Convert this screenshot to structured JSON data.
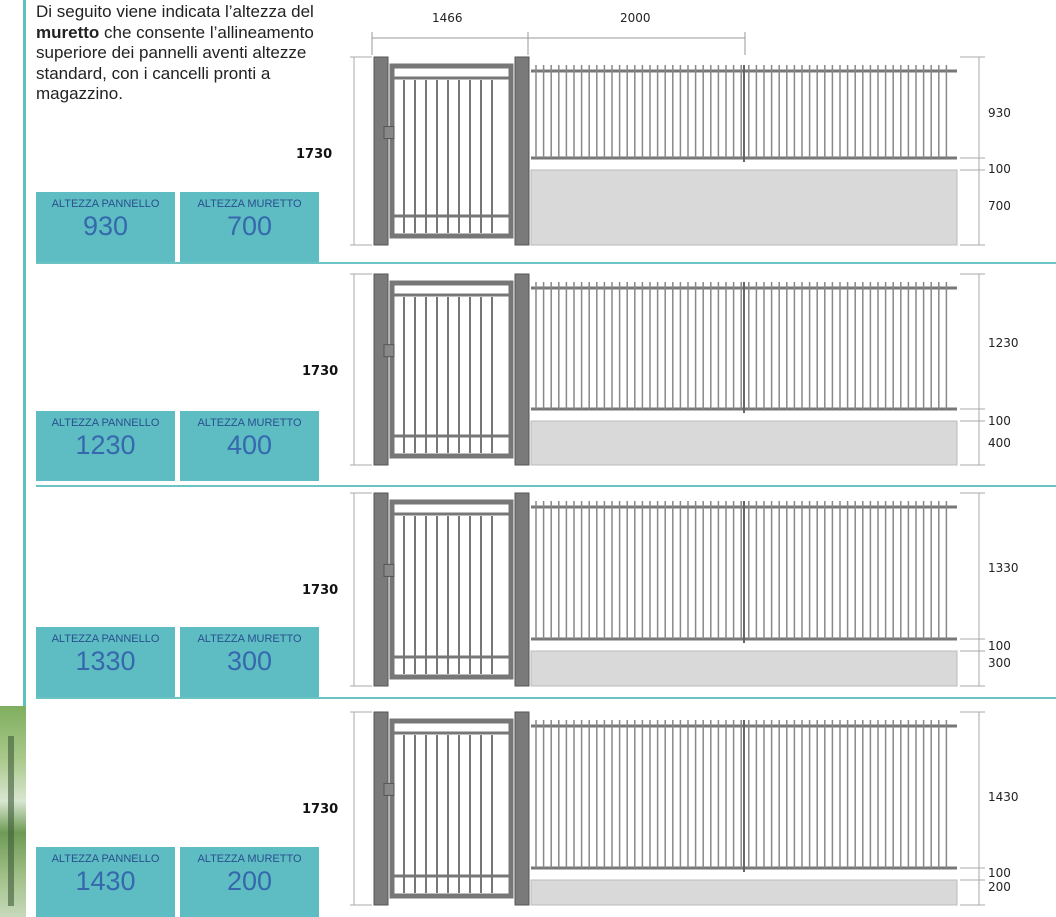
{
  "intro": {
    "text_before": "Di seguito viene indicata l’altezza del ",
    "bold": "muretto",
    "text_after": " che consente l’allineamento superiore dei pannelli aventi altezze standard, con i cancelli pronti a magazzino."
  },
  "top_dims": {
    "gate_width": "1466",
    "panel_width": "2000"
  },
  "labels": {
    "panel": "ALTEZZA PANNELLO",
    "wall": "ALTEZZA MURETTO"
  },
  "rows": [
    {
      "total": "1730",
      "panel": "930",
      "gap": "100",
      "wall": "700"
    },
    {
      "total": "1730",
      "panel": "1230",
      "gap": "100",
      "wall": "400"
    },
    {
      "total": "1730",
      "panel": "1330",
      "gap": "100",
      "wall": "300"
    },
    {
      "total": "1730",
      "panel": "1430",
      "gap": "100",
      "wall": "200"
    }
  ],
  "colors": {
    "accent": "#5ebdc3",
    "value_text": "#3568ad",
    "post": "#7a7a7a",
    "wall": "#d9d9d9"
  }
}
